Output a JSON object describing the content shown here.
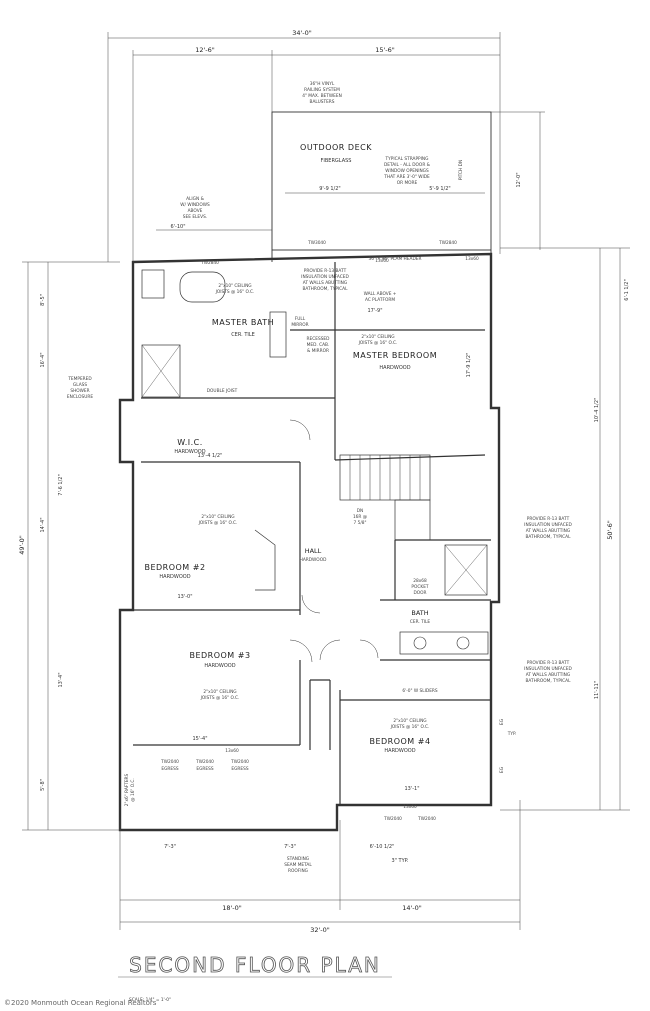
{
  "title": "SECOND FLOOR PLAN",
  "scale": "SCALE: 1/4\" = 1'-0\"",
  "copyright": "©2020 Monmouth Ocean Regional Realtors",
  "rooms": {
    "outdoor_deck": "OUTDOOR DECK",
    "outdoor_deck_sub": "FIBERGLASS",
    "master_bath": "MASTER BATH",
    "master_bath_sub": "CER. TILE",
    "master_bedroom": "MASTER BEDROOM",
    "master_bedroom_sub": "HARDWOOD",
    "wic": "W.I.C.",
    "wic_sub": "HARDWOOD",
    "bedroom2": "BEDROOM #2",
    "bedroom2_sub": "HARDWOOD",
    "bedroom3": "BEDROOM #3",
    "bedroom3_sub": "HARDWOOD",
    "bedroom4": "BEDROOM #4",
    "bedroom4_sub": "HARDWOOD",
    "hall": "HALL",
    "hall_sub": "HARDWOOD",
    "bath": "BATH",
    "bath_sub": "CER. TILE"
  },
  "dimensions": {
    "top_overall": "34'-0\"",
    "top_left": "12'-6\"",
    "top_right": "15'-6\"",
    "bottom_overall": "32'-0\"",
    "bottom_left": "18'-0\"",
    "bottom_right": "14'-0\"",
    "left_overall": "49'-0\"",
    "right_overall": "50'-6\"",
    "deck_w1": "9'-9 1/2\"",
    "deck_w2": "5'-9 1/2\"",
    "deck_h": "12'-0\"",
    "left_top": "8'-5\"",
    "left_mid": "16'-4\"",
    "left_a": "7'-6 1/2\"",
    "left_b": "14'-4\"",
    "left_c": "13'-4\"",
    "left_d": "5'-8\"",
    "right_a": "6'-1 1/2\"",
    "right_b": "10'-4 1/2\"",
    "right_c": "11'-11\"",
    "bottom_dim1": "7'-3\"",
    "bottom_dim2": "7'-3\"",
    "bottom_dim3": "6'-10 1/2\"",
    "bottom_dim4": "3\" TYP.",
    "railing_dim": "6'-10\"",
    "mb_17": "17'-9\"",
    "mb_17b": "17'-9 1/2\"",
    "wic_13": "13'-4 1/2\"",
    "b2_13": "13'-0\"",
    "b3_15": "15'-4\"",
    "b4_13": "13'-1\""
  },
  "notes": {
    "railing": [
      "36\"H VINYL",
      "RAILING SYSTEM",
      "4\" MAX. BETWEEN",
      "BALUSTERS"
    ],
    "strapping": [
      "TYPICAL STRAPPING",
      "DETAIL - ALL DOOR &",
      "WINDOW OPENINGS",
      "THAT ARE 3'-0\" WIDE",
      "OR MORE"
    ],
    "align": [
      "ALIGN &",
      "W/ WINDOWS",
      "ABOVE",
      "SEE ELEVS."
    ],
    "plan_header": "36\" X 96\" PLAM HEADER",
    "batt_top": [
      "PROVIDE R-13 BATT",
      "INSULATION UNFACED",
      "AT WALLS ABUTTING",
      "BATHROOM, TYPICAL"
    ],
    "wall_above": [
      "WALL ABOVE +",
      "AC PLATFORM"
    ],
    "mb_ceiling": [
      "2\"x10\" CEILING",
      "JOISTS @ 16\" O.C."
    ],
    "bath_ceiling": [
      "2\"x10\" CEILING",
      "JOISTS @ 16\" O.C."
    ],
    "b2_ceiling": [
      "2\"x10\" CEILING",
      "JOISTS @ 16\" O.C."
    ],
    "b3_ceiling": [
      "2\"x10\" CEILING",
      "JOISTS @ 16\" O.C."
    ],
    "b4_ceiling": [
      "2\"x10\" CEILING",
      "JOISTS @ 16\" O.C."
    ],
    "tempered_glass": [
      "TEMPERED",
      "GLASS",
      "SHOWER",
      "ENCLOSURE"
    ],
    "double_joist": "DOUBLE JOIST",
    "recessed": [
      "RECESSED",
      "MED. CAB.",
      "& MIRROR"
    ],
    "full_mirror": [
      "FULL",
      "MIRROR"
    ],
    "batt_right": [
      "PROVIDE R-13 BATT",
      "INSULATION UNFACED",
      "AT WALLS ABUTTING",
      "BATHROOM, TYPICAL"
    ],
    "batt_right2": [
      "PROVIDE R-13 BATT",
      "INSULATION UNFACED",
      "AT WALLS ABUTTING",
      "BATHROOM, TYPICAL"
    ],
    "pocket_door": [
      "28x68",
      "POCKET",
      "DOOR"
    ],
    "sliders": "6'-0\" W SLIDERS",
    "dn": [
      "DN",
      "16R @",
      "7 5/8\""
    ],
    "metal_roof": [
      "STANDING",
      "SEAM METAL",
      "ROOFING"
    ],
    "rafters": [
      "2\"x6\" RAFTERS",
      "@ 16\" O.C."
    ],
    "pitch_dn": "PITCH DN",
    "egress": "EGRESS",
    "eg": "EG",
    "typ": "TYP."
  },
  "windows": {
    "w1": "TW2840",
    "w2": "TW3040",
    "w3": "TW2840",
    "w4": "13x60",
    "w5": "13x60",
    "w6": "13x60",
    "w7": "TW2040",
    "w8": "TW2040",
    "w9": "TW2040",
    "w10": "13x60",
    "w11": "TW2040",
    "w12": "TW2040"
  }
}
